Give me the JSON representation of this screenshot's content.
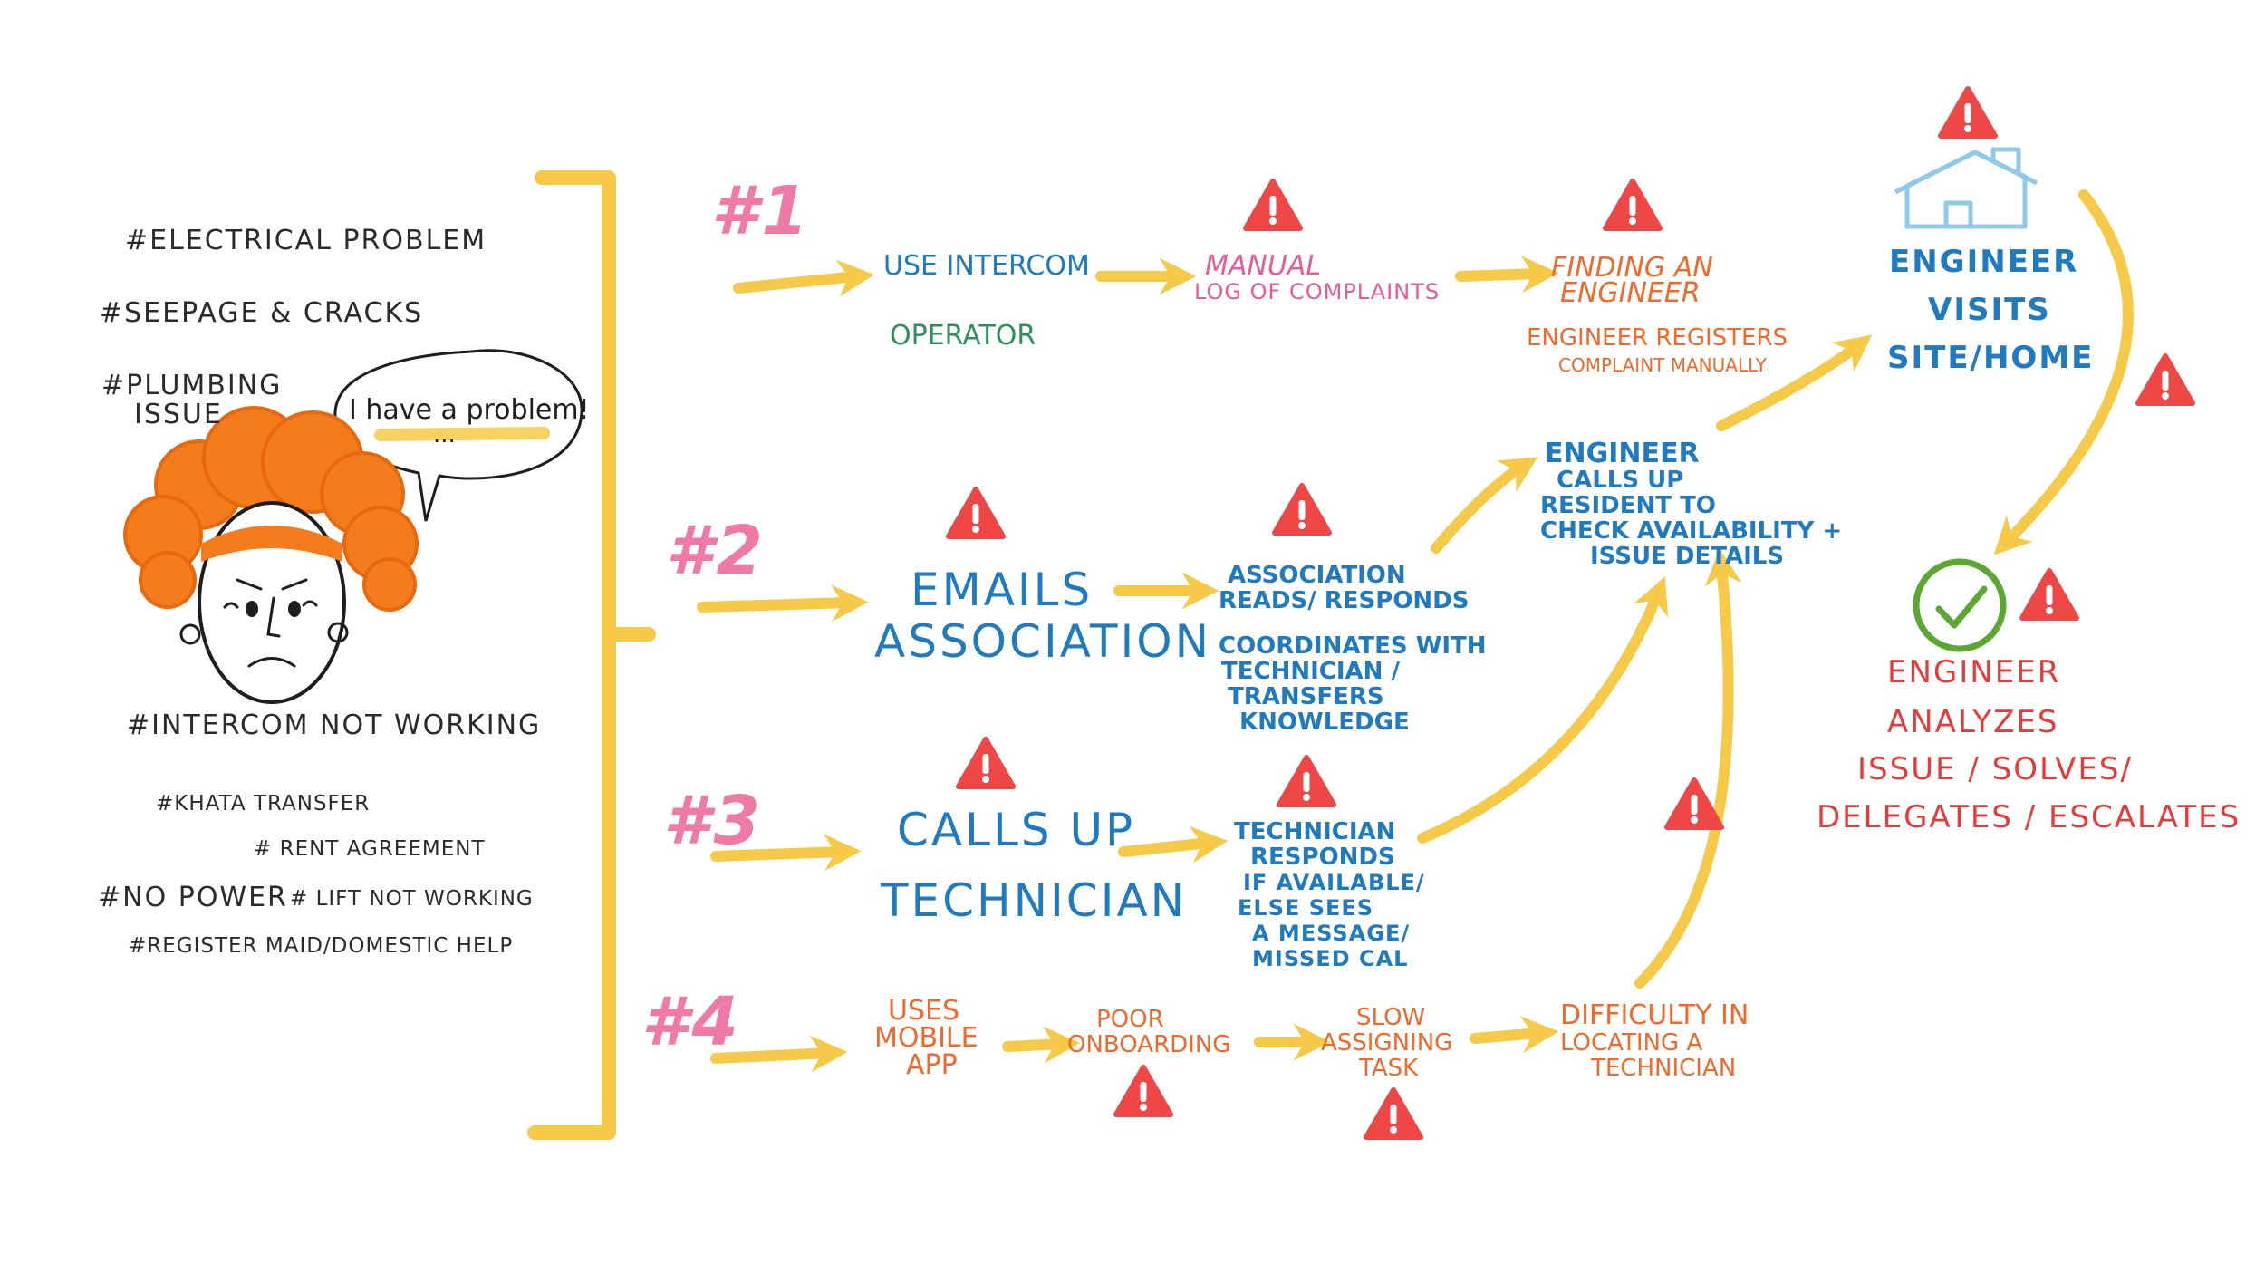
{
  "topics": {
    "electrical": "#ELECTRICAL PROBLEM",
    "seepage": "#SEEPAGE & CRACKS",
    "plumbing_line1": "#PLUMBING",
    "plumbing_line2": "ISSUE",
    "intercom": "#INTERCOM NOT WORKING",
    "khata": "#KHATA TRANSFER",
    "rent": "# RENT AGREEMENT",
    "power": "#NO POWER",
    "lift": "# LIFT NOT WORKING",
    "maid": "#REGISTER MAID/DOMESTIC HELP"
  },
  "speech_bubble": {
    "text": "I have a problem!",
    "trail": "..."
  },
  "steps": [
    "#1",
    "#2",
    "#3",
    "#4"
  ],
  "flow1": {
    "use_intercom": "USE INTERCOM",
    "operator": "OPERATOR",
    "manual_line1": "MANUAL",
    "manual_line2": "LOG OF COMPLAINTS",
    "finding_line1": "FINDING AN",
    "finding_line2": "ENGINEER",
    "registers_line1": "ENGINEER REGISTERS",
    "registers_line2": "COMPLAINT MANUALLY"
  },
  "flow2": {
    "emails_line1": "EMAILS",
    "emails_line2": "ASSOCIATION",
    "reads_line1": "ASSOCIATION",
    "reads_line2": "READS/ RESPONDS",
    "coord_line1": "COORDINATES WITH",
    "coord_line2": "TECHNICIAN /",
    "coord_line3": "TRANSFERS",
    "coord_line4": "KNOWLEDGE"
  },
  "flow3": {
    "calls_line1": "CALLS UP",
    "calls_line2": "TECHNICIAN",
    "resp_line1": "TECHNICIAN",
    "resp_line2": "RESPONDS",
    "resp_line3": "IF AVAILABLE/",
    "resp_line4": "ELSE SEES",
    "resp_line5": "A MESSAGE/",
    "resp_line6": "MISSED CAL"
  },
  "flow4": {
    "uses_line1": "USES",
    "uses_line2": "MOBILE",
    "uses_line3": "APP",
    "poor_line1": "POOR",
    "poor_line2": "ONBOARDING",
    "slow_line1": "SLOW",
    "slow_line2": "ASSIGNING",
    "slow_line3": "TASK",
    "diff_line1": "DIFFICULTY IN",
    "diff_line2": "LOCATING A",
    "diff_line3": "TECHNICIAN"
  },
  "engineer_calls": {
    "line1": "ENGINEER",
    "line2": "CALLS UP",
    "line3": "RESIDENT TO",
    "line4": "CHECK AVAILABILITY +",
    "line5": "ISSUE DETAILS"
  },
  "engineer_visits": {
    "line1": "ENGINEER",
    "line2": "VISITS",
    "line3": "SITE/HOME"
  },
  "outcome": {
    "line1": "ENGINEER",
    "line2": "ANALYZES",
    "line3": "ISSUE / SOLVES/",
    "line4": "DELEGATES / ESCALATES"
  },
  "icons": {
    "warning": "warning-icon",
    "house": "house-icon",
    "check": "check-circle-icon",
    "person": "worried-person-illustration"
  },
  "colors": {
    "arrow": "#f7c948",
    "warning": "#ef4646",
    "hair": "#f47c1c",
    "blue": "#1f7ac0",
    "green": "#2f8f5a",
    "pink": "#e85a9a",
    "orange": "#ee6a2c",
    "red": "#e63b3b",
    "house": "#8ec9ea",
    "check": "#5aa832"
  }
}
